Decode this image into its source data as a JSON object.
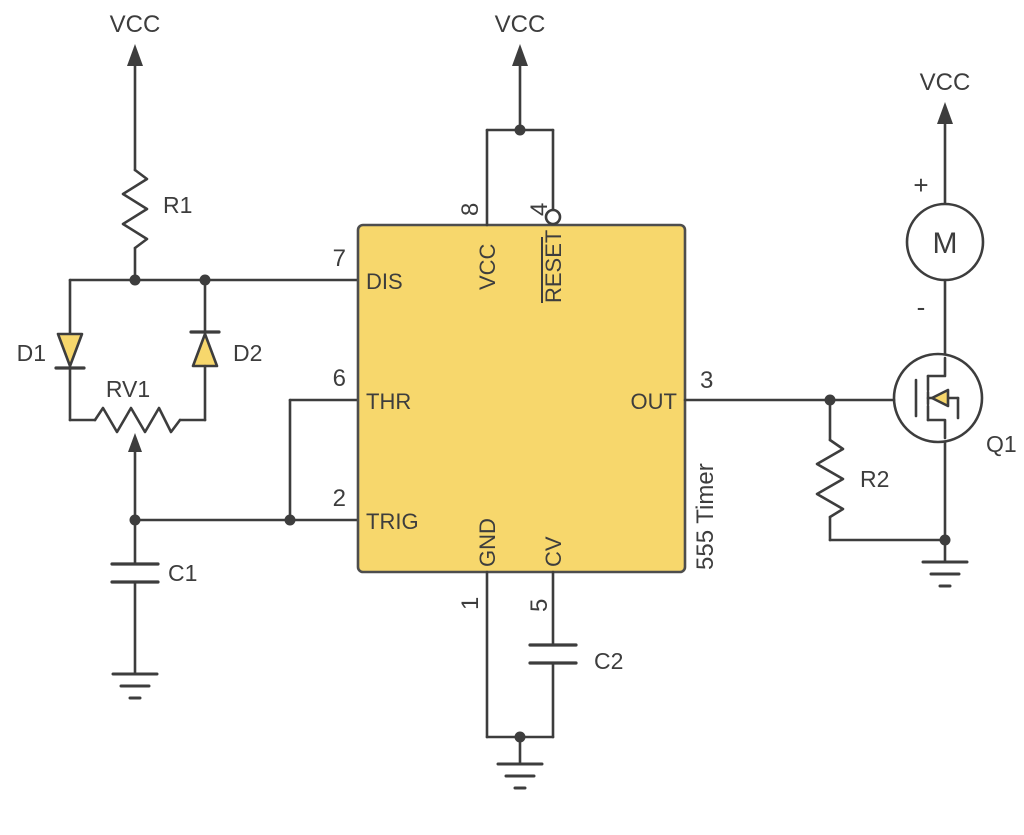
{
  "colors": {
    "background": "#ffffff",
    "wire": "#3d3d3d",
    "text": "#3d3d3d",
    "component_fill": "#f7d76c",
    "ic_border": "#4d4d4d"
  },
  "power_labels": {
    "vcc_left": "VCC",
    "vcc_center": "VCC",
    "vcc_right": "VCC"
  },
  "ic555": {
    "name": "555 Timer",
    "pin_dis": {
      "num": "7",
      "label": "DIS"
    },
    "pin_thr": {
      "num": "6",
      "label": "THR"
    },
    "pin_trig": {
      "num": "2",
      "label": "TRIG"
    },
    "pin_vcc": {
      "num": "8",
      "label": "VCC"
    },
    "pin_reset": {
      "num": "4",
      "label": "RESET"
    },
    "pin_out": {
      "num": "3",
      "label": "OUT"
    },
    "pin_gnd": {
      "num": "1",
      "label": "GND"
    },
    "pin_cv": {
      "num": "5",
      "label": "CV"
    }
  },
  "components": {
    "r1": {
      "label": "R1"
    },
    "r2": {
      "label": "R2"
    },
    "rv1": {
      "label": "RV1"
    },
    "c1": {
      "label": "C1"
    },
    "c2": {
      "label": "C2"
    },
    "d1": {
      "label": "D1"
    },
    "d2": {
      "label": "D2"
    },
    "q1": {
      "label": "Q1"
    },
    "motor": {
      "label": "M",
      "plus": "+",
      "minus": "-"
    }
  }
}
